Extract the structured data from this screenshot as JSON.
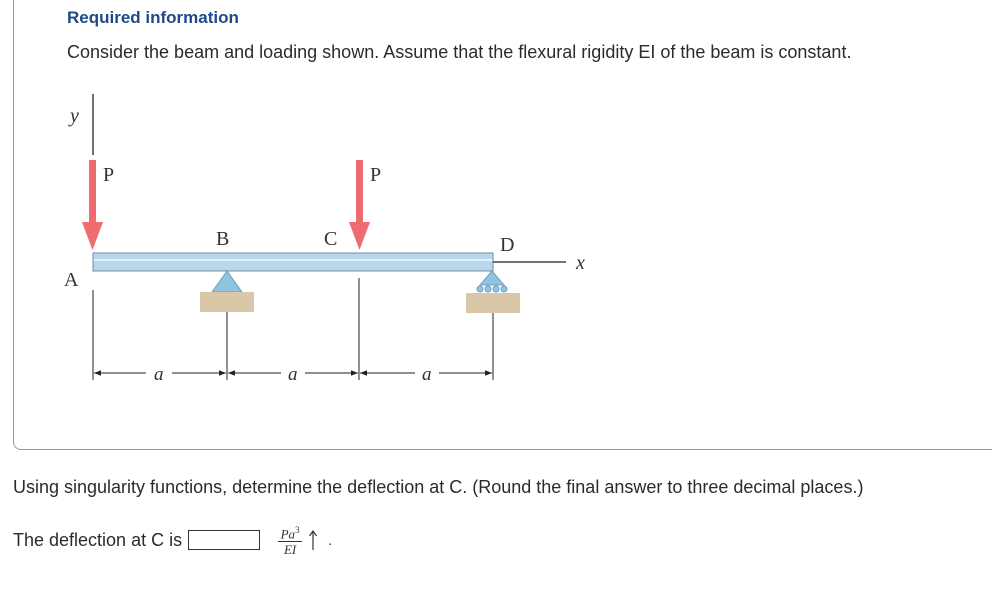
{
  "heading": "Required information",
  "statement": "Consider the beam and loading shown.  Assume that the flexural rigidity EI of the beam is constant.",
  "figure": {
    "axis_y_label": "y",
    "axis_x_label": "x",
    "load_left_label": "P",
    "load_mid_label": "P",
    "point_a": "A",
    "point_b": "B",
    "point_c": "C",
    "point_d": "D",
    "span_labels": [
      "a",
      "a",
      "a"
    ],
    "colors": {
      "beam_fill": "#b9d7ea",
      "beam_stroke": "#6f8fa6",
      "load_arrow": "#ee6b6f",
      "support": "#8fc3e0",
      "ground": "#d9c7a7"
    }
  },
  "question": "Using singularity functions, determine the deflection at C. (Round the final answer to three decimal places.)",
  "answer": {
    "prefix": "The deflection at C is",
    "value": "",
    "units_num": "Pa",
    "units_num_exp": "3",
    "units_den": "EI",
    "direction": "up-arrow",
    "suffix": "."
  }
}
